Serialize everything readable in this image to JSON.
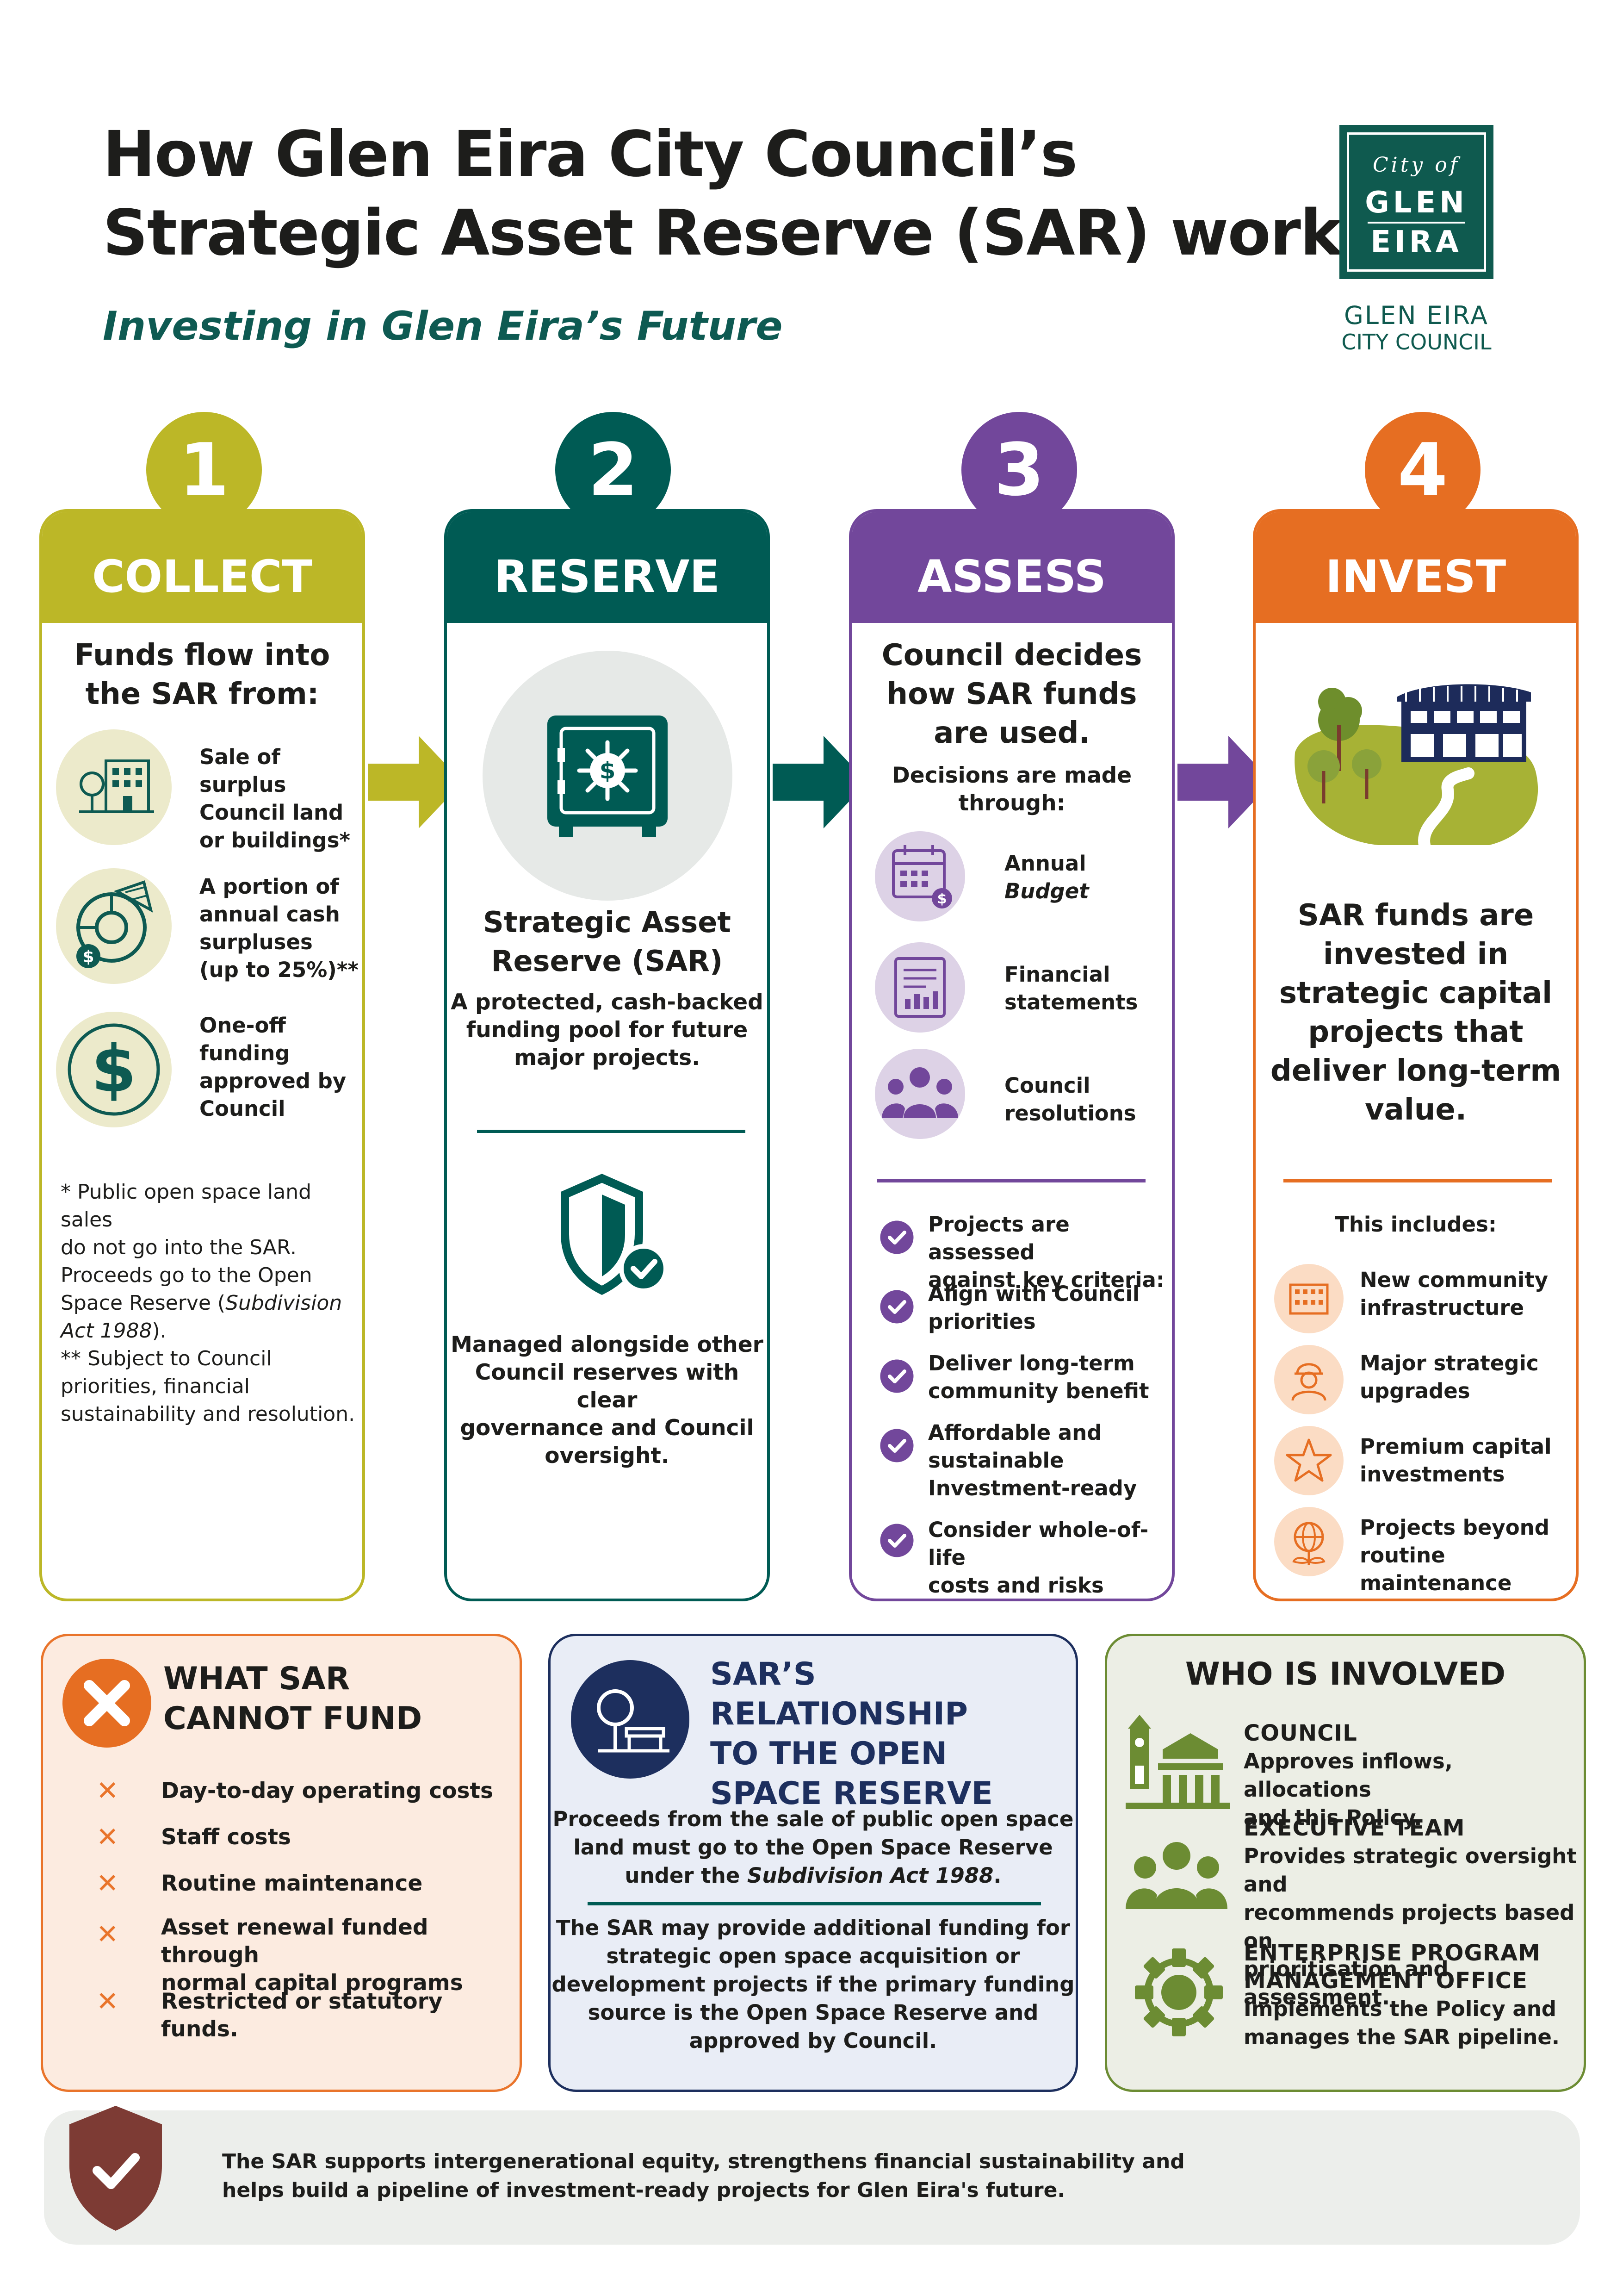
{
  "header": {
    "title_line1": "How Glen Eira City Council’s",
    "title_line2": "Strategic Asset Reserve (SAR) works",
    "subtitle": "Investing in Glen Eira’s Future",
    "logo_city": "City of",
    "logo_glen": "GLEN",
    "logo_eira": "EIRA",
    "logo_name1": "GLEN EIRA",
    "logo_name2": "CITY COUNCIL"
  },
  "colors": {
    "collect": "#bcb727",
    "reserve": "#005b54",
    "assess": "#72479b",
    "invest": "#e66e22"
  },
  "steps": {
    "collect": {
      "number": "1",
      "label": "COLLECT",
      "intro_line1": "Funds flow into",
      "intro_line2": "the SAR from:",
      "sources": [
        {
          "icon": "building-tree-icon",
          "lines": [
            "Sale of surplus",
            "Council land",
            "or buildings*"
          ]
        },
        {
          "icon": "pie-chart-dollar-icon",
          "lines": [
            "A portion of",
            "annual cash",
            "surpluses",
            "(up to 25%)**"
          ]
        },
        {
          "icon": "dollar-icon",
          "lines": [
            "One-off",
            "funding",
            "approved by",
            "Council"
          ]
        }
      ],
      "note1_lines": [
        "* Public open space land sales",
        "do not go into the SAR.",
        "Proceeds go to the Open",
        "Space Reserve ("
      ],
      "note1_italic": "Subdivision",
      "note1_italic2": "Act 1988",
      "note1_tail": ").",
      "note2_lines": [
        "** Subject to Council",
        "priorities, financial",
        "sustainability and resolution."
      ]
    },
    "reserve": {
      "number": "2",
      "label": "RESERVE",
      "heading_line1": "Strategic Asset",
      "heading_line2": "Reserve (SAR)",
      "desc_lines": [
        "A protected, cash-backed",
        "funding pool for future",
        "major projects."
      ],
      "managed_lines": [
        "Managed alongside other",
        "Council reserves with clear",
        "governance and Council",
        "oversight."
      ]
    },
    "assess": {
      "number": "3",
      "label": "ASSESS",
      "heading_lines": [
        "Council decides",
        "how SAR funds",
        "are used."
      ],
      "decisions_lines": [
        "Decisions are made",
        "through:"
      ],
      "decision_items": [
        {
          "icon": "calendar-budget-icon",
          "line1": "Annual",
          "line2": "Budget"
        },
        {
          "icon": "financial-statement-icon",
          "line1": "Financial",
          "line2": "statements"
        },
        {
          "icon": "council-group-icon",
          "line1": "Council",
          "line2": "resolutions"
        }
      ],
      "criteria": [
        [
          "Projects are assessed",
          "against key criteria:"
        ],
        [
          "Align with Council",
          "priorities"
        ],
        [
          "Deliver long-term",
          "community benefit"
        ],
        [
          "Affordable and",
          "sustainable",
          "Investment-ready"
        ],
        [
          "Consider whole-of-life",
          "costs and risks"
        ]
      ]
    },
    "invest": {
      "number": "4",
      "label": "INVEST",
      "heading_lines": [
        "SAR funds are",
        "invested in",
        "strategic capital",
        "projects that",
        "deliver long-term",
        "value."
      ],
      "includes": "This includes:",
      "items": [
        {
          "icon": "community-building-icon",
          "lines": [
            "New community",
            "infrastructure"
          ]
        },
        {
          "icon": "worker-icon",
          "lines": [
            "Major strategic",
            "upgrades"
          ]
        },
        {
          "icon": "star-icon",
          "lines": [
            "Premium capital",
            "investments"
          ]
        },
        {
          "icon": "globe-plant-icon",
          "lines": [
            "Projects beyond",
            "routine maintenance"
          ]
        }
      ]
    }
  },
  "cannot_fund": {
    "title_line1": "WHAT SAR",
    "title_line2": "CANNOT FUND",
    "mark": "✕",
    "items": [
      [
        "Day-to-day operating costs"
      ],
      [
        "Staff costs"
      ],
      [
        "Routine maintenance"
      ],
      [
        "Asset renewal funded through",
        "normal capital programs"
      ],
      [
        "Restricted or statutory funds."
      ]
    ]
  },
  "open_space": {
    "title_lines": [
      "SAR’S RELATIONSHIP",
      "TO THE OPEN",
      "SPACE RESERVE"
    ],
    "p1_lines": [
      "Proceeds from the sale of public open space",
      "land must go to the Open Space Reserve",
      "under the "
    ],
    "p1_italic": "Subdivision Act 1988",
    "p1_tail": ".",
    "p2_lines": [
      "The SAR may provide additional funding for",
      "strategic open space acquisition or",
      "development projects if the primary funding",
      "source is the Open Space Reserve and",
      "approved by Council."
    ]
  },
  "involved": {
    "title": "WHO IS INVOLVED",
    "roles": [
      {
        "icon": "town-hall-icon",
        "title_lines": [
          "COUNCIL"
        ],
        "desc_lines": [
          "Approves inflows, allocations",
          "and this Policy."
        ]
      },
      {
        "icon": "team-icon",
        "title_lines": [
          "EXECUTIVE TEAM"
        ],
        "desc_lines": [
          "Provides strategic oversight and",
          "recommends projects based on",
          "prioritisation and assessment."
        ]
      },
      {
        "icon": "gear-icon",
        "title_lines": [
          "ENTERPRISE PROGRAM",
          "MANAGEMENT OFFICE"
        ],
        "desc_lines": [
          "Implements the Policy and",
          "manages the SAR pipeline."
        ]
      }
    ]
  },
  "footer": {
    "lines": [
      "The SAR supports intergenerational equity, strengthens financial sustainability and",
      "helps build a pipeline of investment-ready projects for Glen Eira's future."
    ]
  }
}
